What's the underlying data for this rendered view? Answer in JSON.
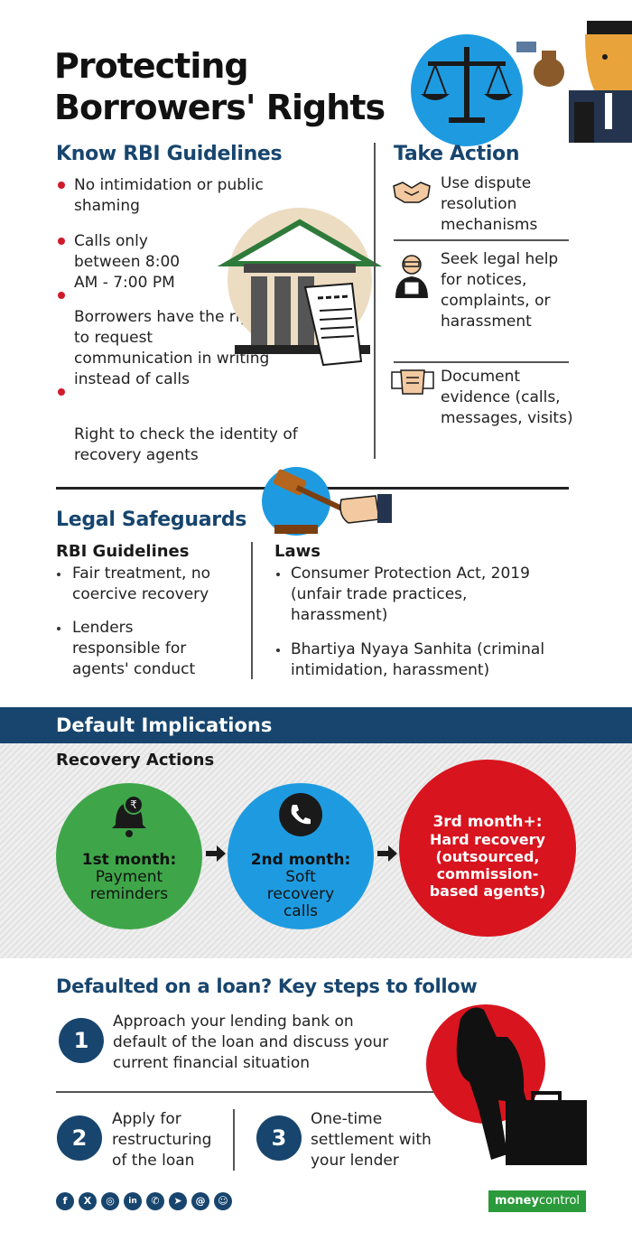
{
  "header": {
    "title_line1": "Protecting",
    "title_line2": "Borrowers' Rights"
  },
  "rbi_guidelines": {
    "heading": "Know RBI Guidelines",
    "items": [
      "No intimidation or public shaming",
      "Calls only between 8:00 AM - 7:00 PM",
      "Borrowers have the right to request communication in writing instead of calls",
      "Right to check the identity of recovery agents"
    ]
  },
  "take_action": {
    "heading": "Take Action",
    "items": [
      {
        "text": "Use dispute resolution mechanisms",
        "icon": "handshake-icon"
      },
      {
        "text": "Seek legal help for notices, complaints, or harassment",
        "icon": "lawyer-icon"
      },
      {
        "text": "Document evidence (calls, messages, visits)",
        "icon": "document-evidence-icon"
      }
    ]
  },
  "legal_safeguards": {
    "heading": "Legal Safeguards",
    "rbi_col": {
      "heading": "RBI Guidelines",
      "items": [
        "Fair treatment, no coercive recovery",
        "Lenders responsible for agents' conduct"
      ]
    },
    "laws_col": {
      "heading": "Laws",
      "items": [
        "Consumer Protection Act, 2019 (unfair trade practices, harassment)",
        "Bhartiya Nyaya Sanhita (criminal intimidation, harassment)"
      ]
    }
  },
  "default_implications": {
    "heading": "Default Implications",
    "subheading": "Recovery Actions",
    "stages": [
      {
        "label": "1st month:",
        "desc": "Payment reminders",
        "color": "#3ea649"
      },
      {
        "label": "2nd month:",
        "desc": "Soft recovery calls",
        "color": "#1e9be0"
      },
      {
        "label": "3rd month+:",
        "desc": "Hard recovery (outsourced, commission-based agents)",
        "color": "#d8141f"
      }
    ]
  },
  "key_steps": {
    "heading": "Defaulted on a loan? Key steps to follow",
    "steps": [
      {
        "num": "1",
        "text": "Approach your lending bank on default of the loan and discuss your current financial situation"
      },
      {
        "num": "2",
        "text": "Apply for restructuring of the loan"
      },
      {
        "num": "3",
        "text": "One-time settlement with your lender"
      }
    ]
  },
  "footer": {
    "social": [
      "f",
      "X",
      "◎",
      "in",
      "✆",
      "➤",
      "@",
      "☺"
    ],
    "brand_a": "money",
    "brand_b": "control"
  },
  "colors": {
    "navy": "#17456e",
    "red": "#d11a2a",
    "accent_blue": "#1e9be0"
  }
}
